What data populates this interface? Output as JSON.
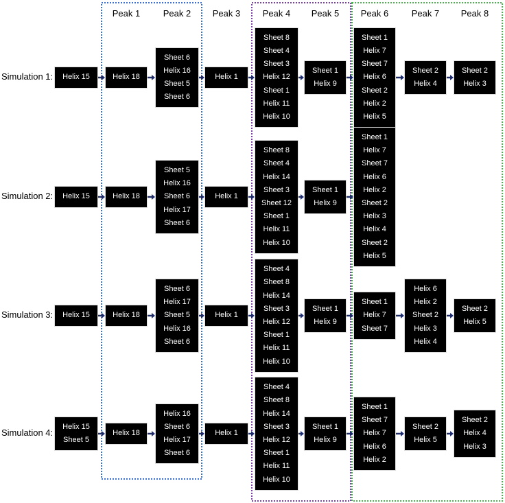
{
  "peaks": [
    "Peak 1",
    "Peak 2",
    "Peak 3",
    "Peak 4",
    "Peak 5",
    "Peak 6",
    "Peak 7",
    "Peak 8"
  ],
  "colors": {
    "box_fill": "#000000",
    "box_text": "#ffffff",
    "arrow": "#1f2d6b",
    "region_blue": "#3a6fd0",
    "region_purple": "#7b3fa8",
    "region_green": "#4caf50"
  },
  "simulations": [
    {
      "label": "Simulation 1:",
      "steps": [
        [
          "Helix 15"
        ],
        [
          "Helix 18"
        ],
        [
          "Sheet 6",
          "Helix 16",
          "Sheet 5",
          "Sheet 6"
        ],
        [
          "Helix 1"
        ],
        [
          "Sheet 8",
          "Sheet 4",
          "Sheet 3",
          "Helix 12",
          "Sheet 1",
          "Helix 11",
          "Helix 10"
        ],
        [
          "Sheet 1",
          "Helix 9"
        ],
        [
          "Sheet 1",
          "Helix 7",
          "Sheet 7",
          "Helix 6",
          "Sheet 2",
          "Helix 2",
          "Helix 5"
        ],
        [
          "Sheet 2",
          "Helix 4"
        ],
        [
          "Sheet 2",
          "Helix 3"
        ]
      ]
    },
    {
      "label": "Simulation 2:",
      "steps": [
        [
          "Helix 15"
        ],
        [
          "Helix 18"
        ],
        [
          "Sheet 5",
          "Helix 16",
          "Sheet 6",
          "Helix 17",
          "Sheet 6"
        ],
        [
          "Helix 1"
        ],
        [
          "Sheet 8",
          "Sheet 4",
          "Helix 14",
          "Sheet 3",
          "Sheet 12",
          "Sheet 1",
          "Helix 11",
          "Helix 10"
        ],
        [
          "Sheet 1",
          "Helix 9"
        ],
        [
          "Sheet 1",
          "Helix 7",
          "Sheet 7",
          "Helix 6",
          "Helix 2",
          "Sheet 2",
          "Helix 3",
          "Helix 4",
          "Sheet 2",
          "Helix 5"
        ]
      ]
    },
    {
      "label": "Simulation 3:",
      "steps": [
        [
          "Helix 15"
        ],
        [
          "Helix 18"
        ],
        [
          "Sheet 6",
          "Helix 17",
          "Sheet 5",
          "Helix 16",
          "Sheet 6"
        ],
        [
          "Helix 1"
        ],
        [
          "Sheet 4",
          "Sheet 8",
          "Helix 14",
          "Sheet 3",
          "Helix 12",
          "Sheet 1",
          "Helix 11",
          "Helix 10"
        ],
        [
          "Sheet 1",
          "Helix 9"
        ],
        [
          "Sheet 1",
          "Helix 7",
          "Sheet 7"
        ],
        [
          "Helix 6",
          "Helix 2",
          "Sheet 2",
          "Helix 3",
          "Helix 4"
        ],
        [
          "Sheet 2",
          "Helix 5"
        ]
      ]
    },
    {
      "label": "Simulation 4:",
      "steps": [
        [
          "Helix 15",
          "Sheet 5"
        ],
        [
          "Helix 18"
        ],
        [
          "Helix 16",
          "Sheet 6",
          "Helix 17",
          "Sheet 6"
        ],
        [
          "Helix 1"
        ],
        [
          "Sheet 4",
          "Sheet 8",
          "Helix 14",
          "Sheet 3",
          "Helix 12",
          "Sheet 1",
          "Helix 11",
          "Helix 10"
        ],
        [
          "Sheet 1",
          "Helix 9"
        ],
        [
          "Sheet 1",
          "Sheet 7",
          "Helix 7",
          "Helix 6",
          "Helix 2"
        ],
        [
          "Sheet 2",
          "Helix 5"
        ],
        [
          "Sheet 2",
          "Helix 4",
          "Helix 3"
        ]
      ]
    }
  ]
}
